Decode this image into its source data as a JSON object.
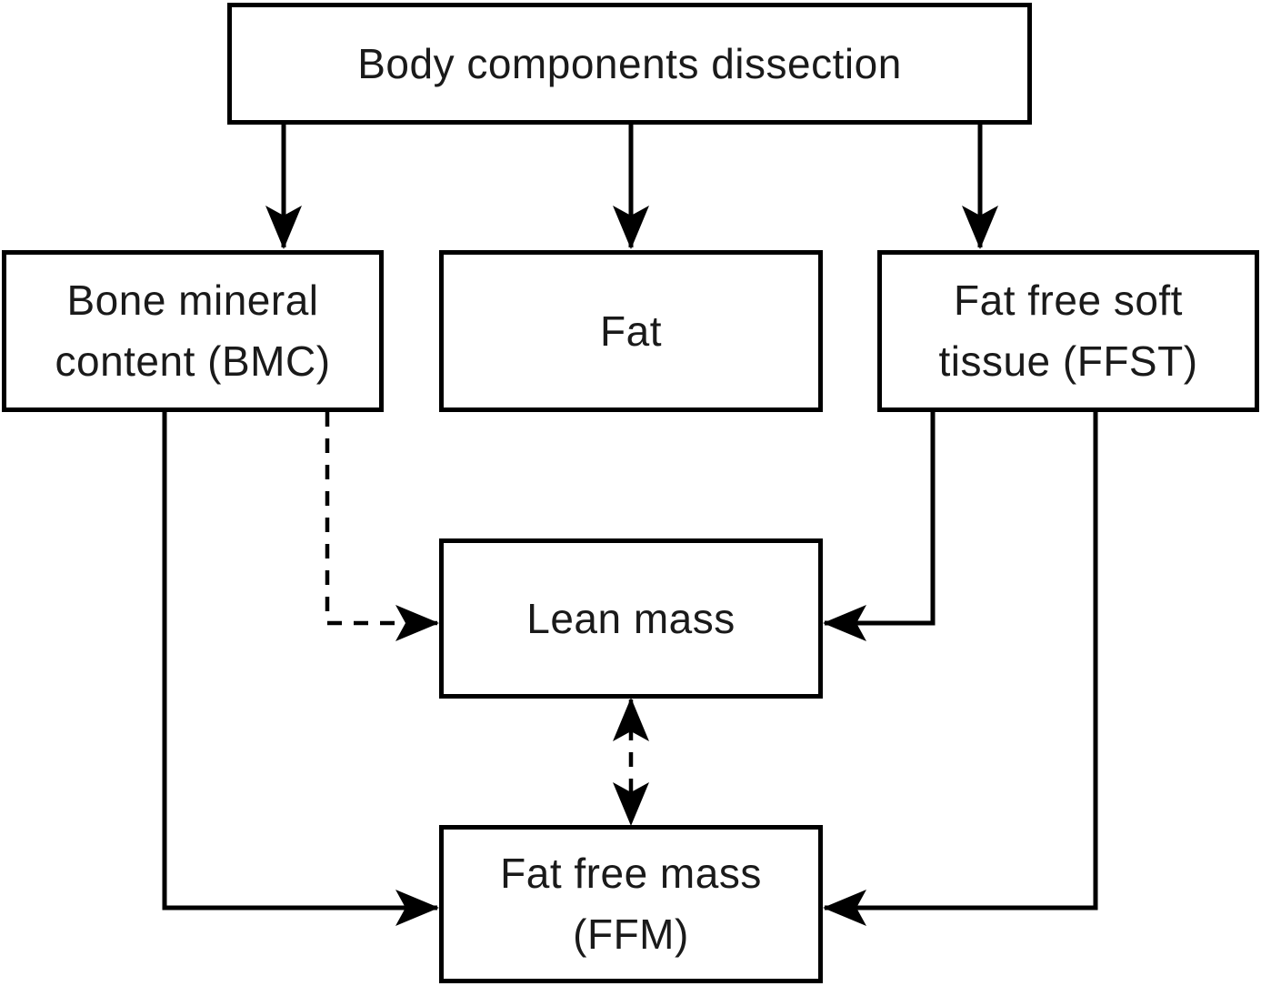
{
  "nodes": {
    "body_dissection": {
      "label": [
        "Body components dissection"
      ]
    },
    "bmc": {
      "label": [
        "Bone mineral",
        "content (BMC)"
      ]
    },
    "fat": {
      "label": [
        "Fat"
      ]
    },
    "ffst": {
      "label": [
        "Fat free soft",
        "tissue (FFST)"
      ]
    },
    "lean_mass": {
      "label": [
        "Lean mass"
      ]
    },
    "ffm": {
      "label": [
        "Fat free mass",
        "(FFM)"
      ]
    }
  },
  "edges": [
    {
      "from": "body_dissection",
      "to": "bmc",
      "style": "solid",
      "direction": "forward"
    },
    {
      "from": "body_dissection",
      "to": "fat",
      "style": "solid",
      "direction": "forward"
    },
    {
      "from": "body_dissection",
      "to": "ffst",
      "style": "solid",
      "direction": "forward"
    },
    {
      "from": "bmc",
      "to": "lean_mass",
      "style": "dashed",
      "direction": "forward"
    },
    {
      "from": "ffst",
      "to": "lean_mass",
      "style": "solid",
      "direction": "forward"
    },
    {
      "from": "lean_mass",
      "to": "ffm",
      "style": "dashed",
      "direction": "both"
    },
    {
      "from": "bmc",
      "to": "ffm",
      "style": "solid",
      "direction": "forward"
    },
    {
      "from": "ffst",
      "to": "ffm",
      "style": "solid",
      "direction": "forward"
    }
  ],
  "colors": {
    "line": "#000000",
    "box_border": "#000000",
    "box_background": "#ffffff",
    "text": "#1a1a1a"
  }
}
